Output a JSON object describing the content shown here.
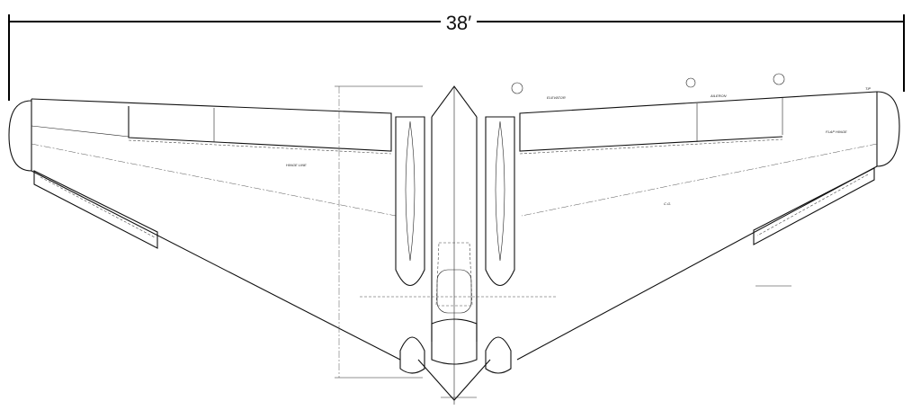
{
  "title": "",
  "span_dimension": "38′",
  "callouts": {
    "elevator": "ELEVATOR",
    "aileron": "AILERON",
    "wing_tip": "TIP",
    "hinge_line": "HINGE LINE",
    "flap_hinge": "FLAP HINGE",
    "cg": "C.G."
  }
}
